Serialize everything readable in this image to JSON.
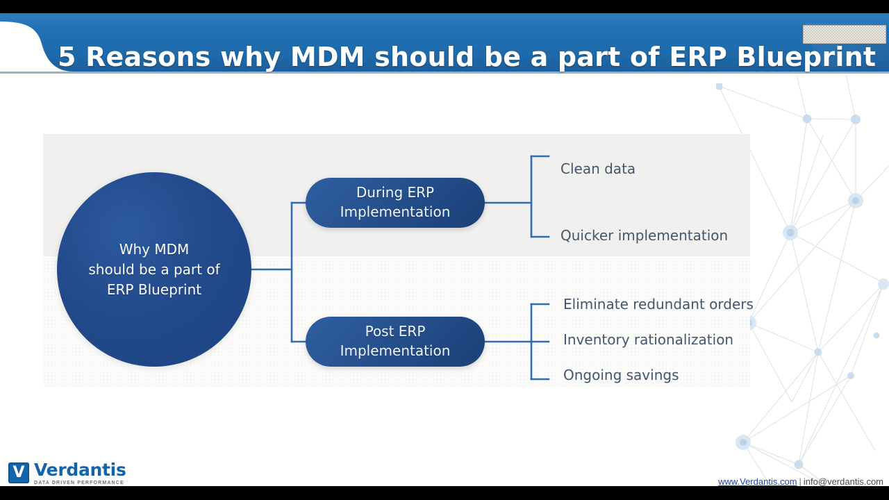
{
  "header": {
    "title": "5 Reasons why MDM should be a part of ERP Blueprint",
    "bar_color": "#1f6cb0",
    "title_color": "#ffffff"
  },
  "diagram": {
    "hub": {
      "label": "Why MDM\nshould be a part of\nERP Blueprint",
      "color": "#22488a"
    },
    "branches": [
      {
        "label": "During ERP\nImplementation",
        "color": "#27528f",
        "items": [
          "Clean data",
          "Quicker implementation"
        ]
      },
      {
        "label": "Post ERP\nImplementation",
        "color": "#27528f",
        "items": [
          "Eliminate redundant orders",
          "Inventory rationalization",
          "Ongoing savings"
        ]
      }
    ],
    "connector_color": "#2e6db4",
    "leaf_text_color": "#42566e",
    "panel_top_color": "#f0f0ee",
    "panel_bottom_color": "#fbfbfa"
  },
  "footer": {
    "logo_initial": "V",
    "logo_name": "Verdantis",
    "logo_tagline": "DATA DRIVEN PERFORMANCE",
    "website": "www.Verdantis.com",
    "separator": "|",
    "email": "info@verdantis.com",
    "brand_color": "#1463ad"
  }
}
